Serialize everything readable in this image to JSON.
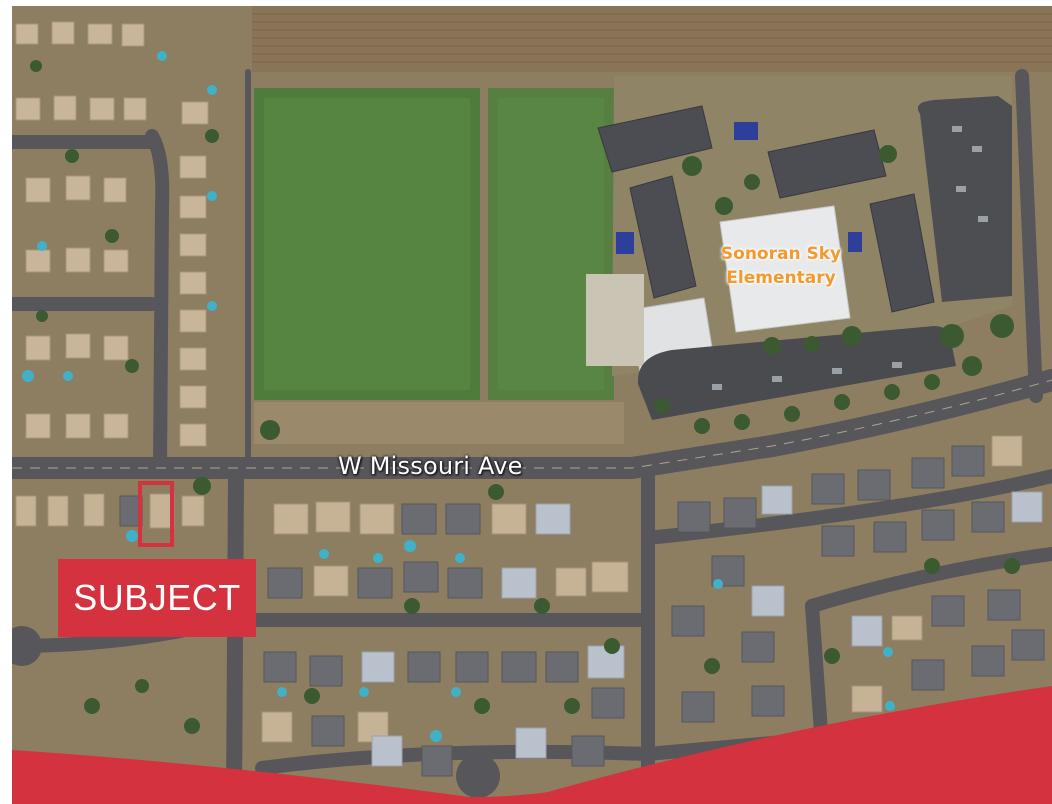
{
  "map": {
    "street_label": "W Missouri Ave",
    "school_label_line1": "Sonoran Sky",
    "school_label_line2": "Elementary",
    "subject_label": "SUBJECT",
    "colors": {
      "accent": "#d4323f",
      "school_label": "#f39a2e",
      "street_label": "#ffffff"
    }
  }
}
